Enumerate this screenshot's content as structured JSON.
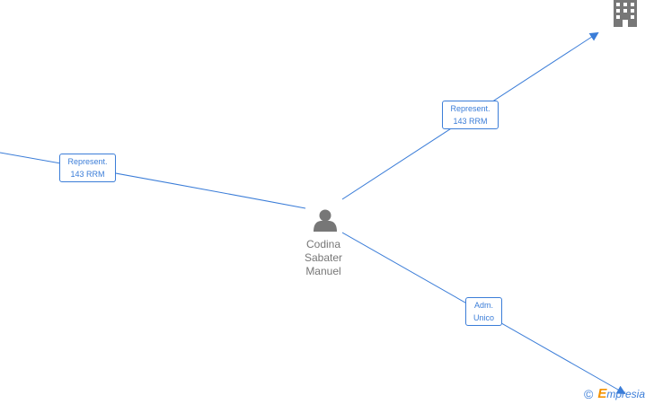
{
  "person": {
    "name_lines": [
      "Codina",
      "Sabater",
      "Manuel"
    ],
    "icon": "person-icon"
  },
  "company": {
    "icon": "building-icon"
  },
  "edges": [
    {
      "id": "left",
      "label_lines": [
        "Represent.",
        "143 RRM"
      ]
    },
    {
      "id": "top-right",
      "label_lines": [
        "Represent.",
        "143 RRM"
      ]
    },
    {
      "id": "bottom-right",
      "label_lines": [
        "Adm.",
        "Unico"
      ]
    }
  ],
  "watermark": {
    "copyright_symbol": "©",
    "brand_initial": "E",
    "brand_rest": "mpresia"
  },
  "colors": {
    "edge": "#3b7dd8",
    "node_icon": "#777777",
    "brand_orange": "#f39200"
  }
}
